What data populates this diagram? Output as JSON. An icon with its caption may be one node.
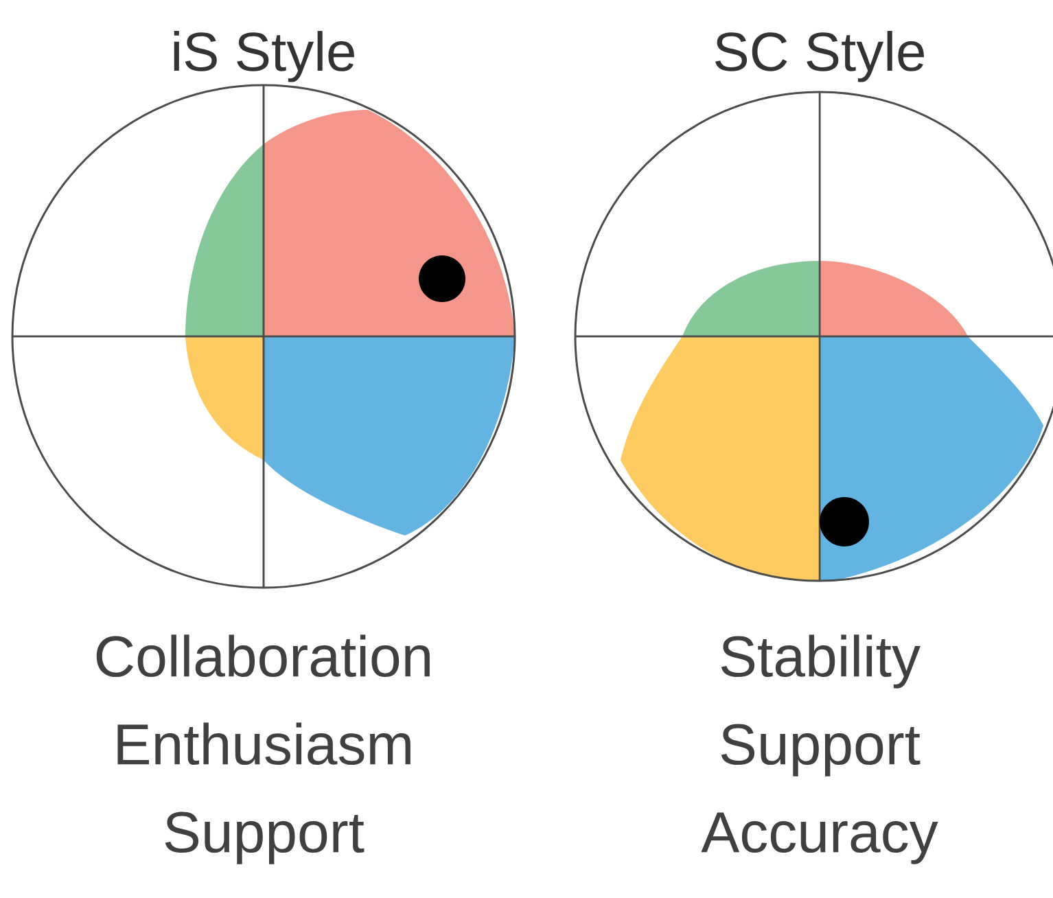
{
  "diagram": {
    "nodes": [
      {
        "text": [
          "iS Style",
          "Collaboration Enthusiasm Support"
        ]
      },
      {
        "text": [
          "SC Style",
          "Stability Support Accuracy"
        ]
      }
    ]
  }
}
